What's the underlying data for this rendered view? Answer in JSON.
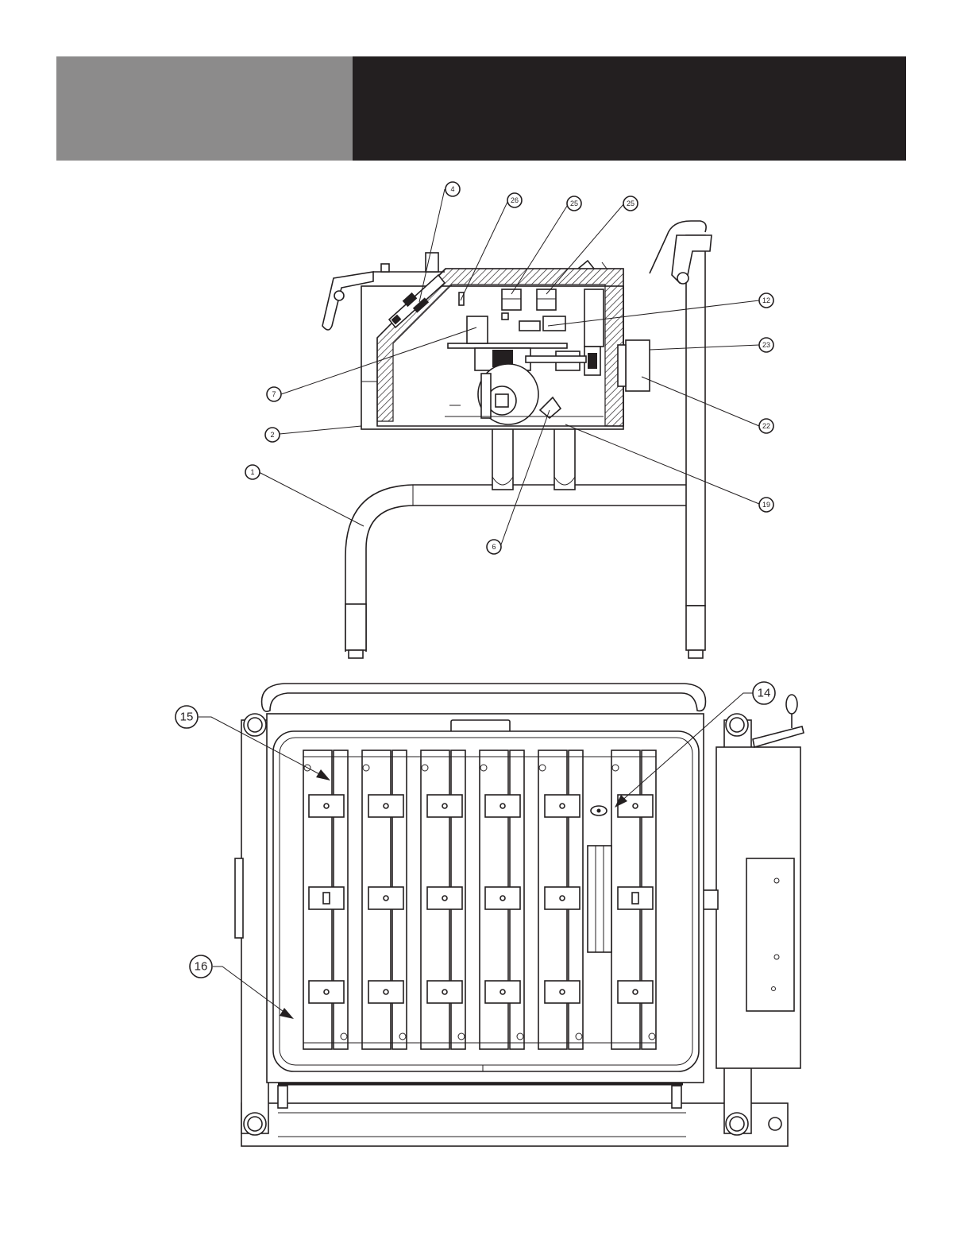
{
  "header": {
    "left_color": "#8c8b8b",
    "right_color": "#231f20"
  },
  "side_view": {
    "callouts": [
      {
        "id": "c4",
        "label": "4"
      },
      {
        "id": "c26",
        "label": "26"
      },
      {
        "id": "c25a",
        "label": "25"
      },
      {
        "id": "c25b",
        "label": "25"
      },
      {
        "id": "c12",
        "label": "12"
      },
      {
        "id": "c23",
        "label": "23"
      },
      {
        "id": "c7",
        "label": "7"
      },
      {
        "id": "c22",
        "label": "22"
      },
      {
        "id": "c2",
        "label": "2"
      },
      {
        "id": "c1",
        "label": "1"
      },
      {
        "id": "c19",
        "label": "19"
      },
      {
        "id": "c6",
        "label": "6"
      }
    ]
  },
  "top_view": {
    "callouts": [
      {
        "id": "c14",
        "label": "14"
      },
      {
        "id": "c15",
        "label": "15"
      },
      {
        "id": "c16",
        "label": "16"
      }
    ]
  }
}
